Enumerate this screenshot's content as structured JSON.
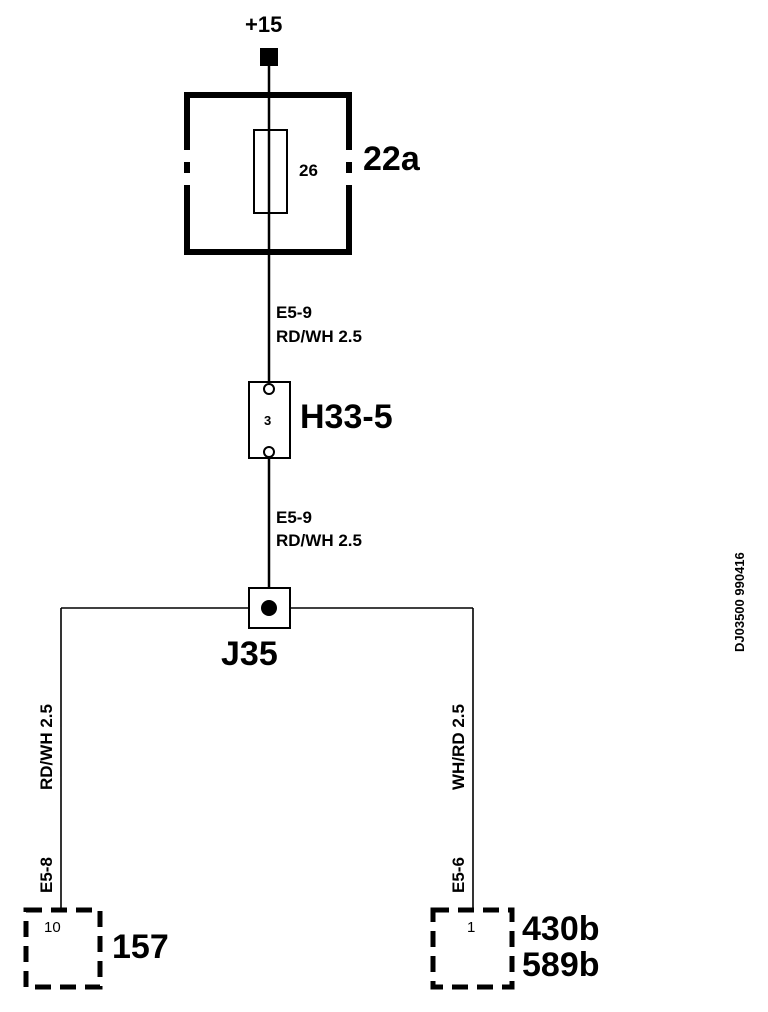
{
  "supply": {
    "label": "+15"
  },
  "fuse_box": {
    "id": "22a",
    "fuse_number": "26"
  },
  "wire_upper": {
    "code": "E5-9",
    "spec": "RD/WH 2.5"
  },
  "connector_h": {
    "id": "H33-5",
    "pin": "3"
  },
  "wire_middle": {
    "code": "E5-9",
    "spec": "RD/WH 2.5"
  },
  "junction": {
    "id": "J35"
  },
  "wire_left": {
    "spec": "RD/WH 2.5",
    "code": "E5-8"
  },
  "wire_right": {
    "spec": "WH/RD 2.5",
    "code": "E5-6"
  },
  "component_left": {
    "id": "157",
    "pin": "10"
  },
  "component_right": {
    "id_1": "430b",
    "id_2": "589b",
    "pin": "1"
  },
  "drawing_ref": "DJ03500 990416"
}
